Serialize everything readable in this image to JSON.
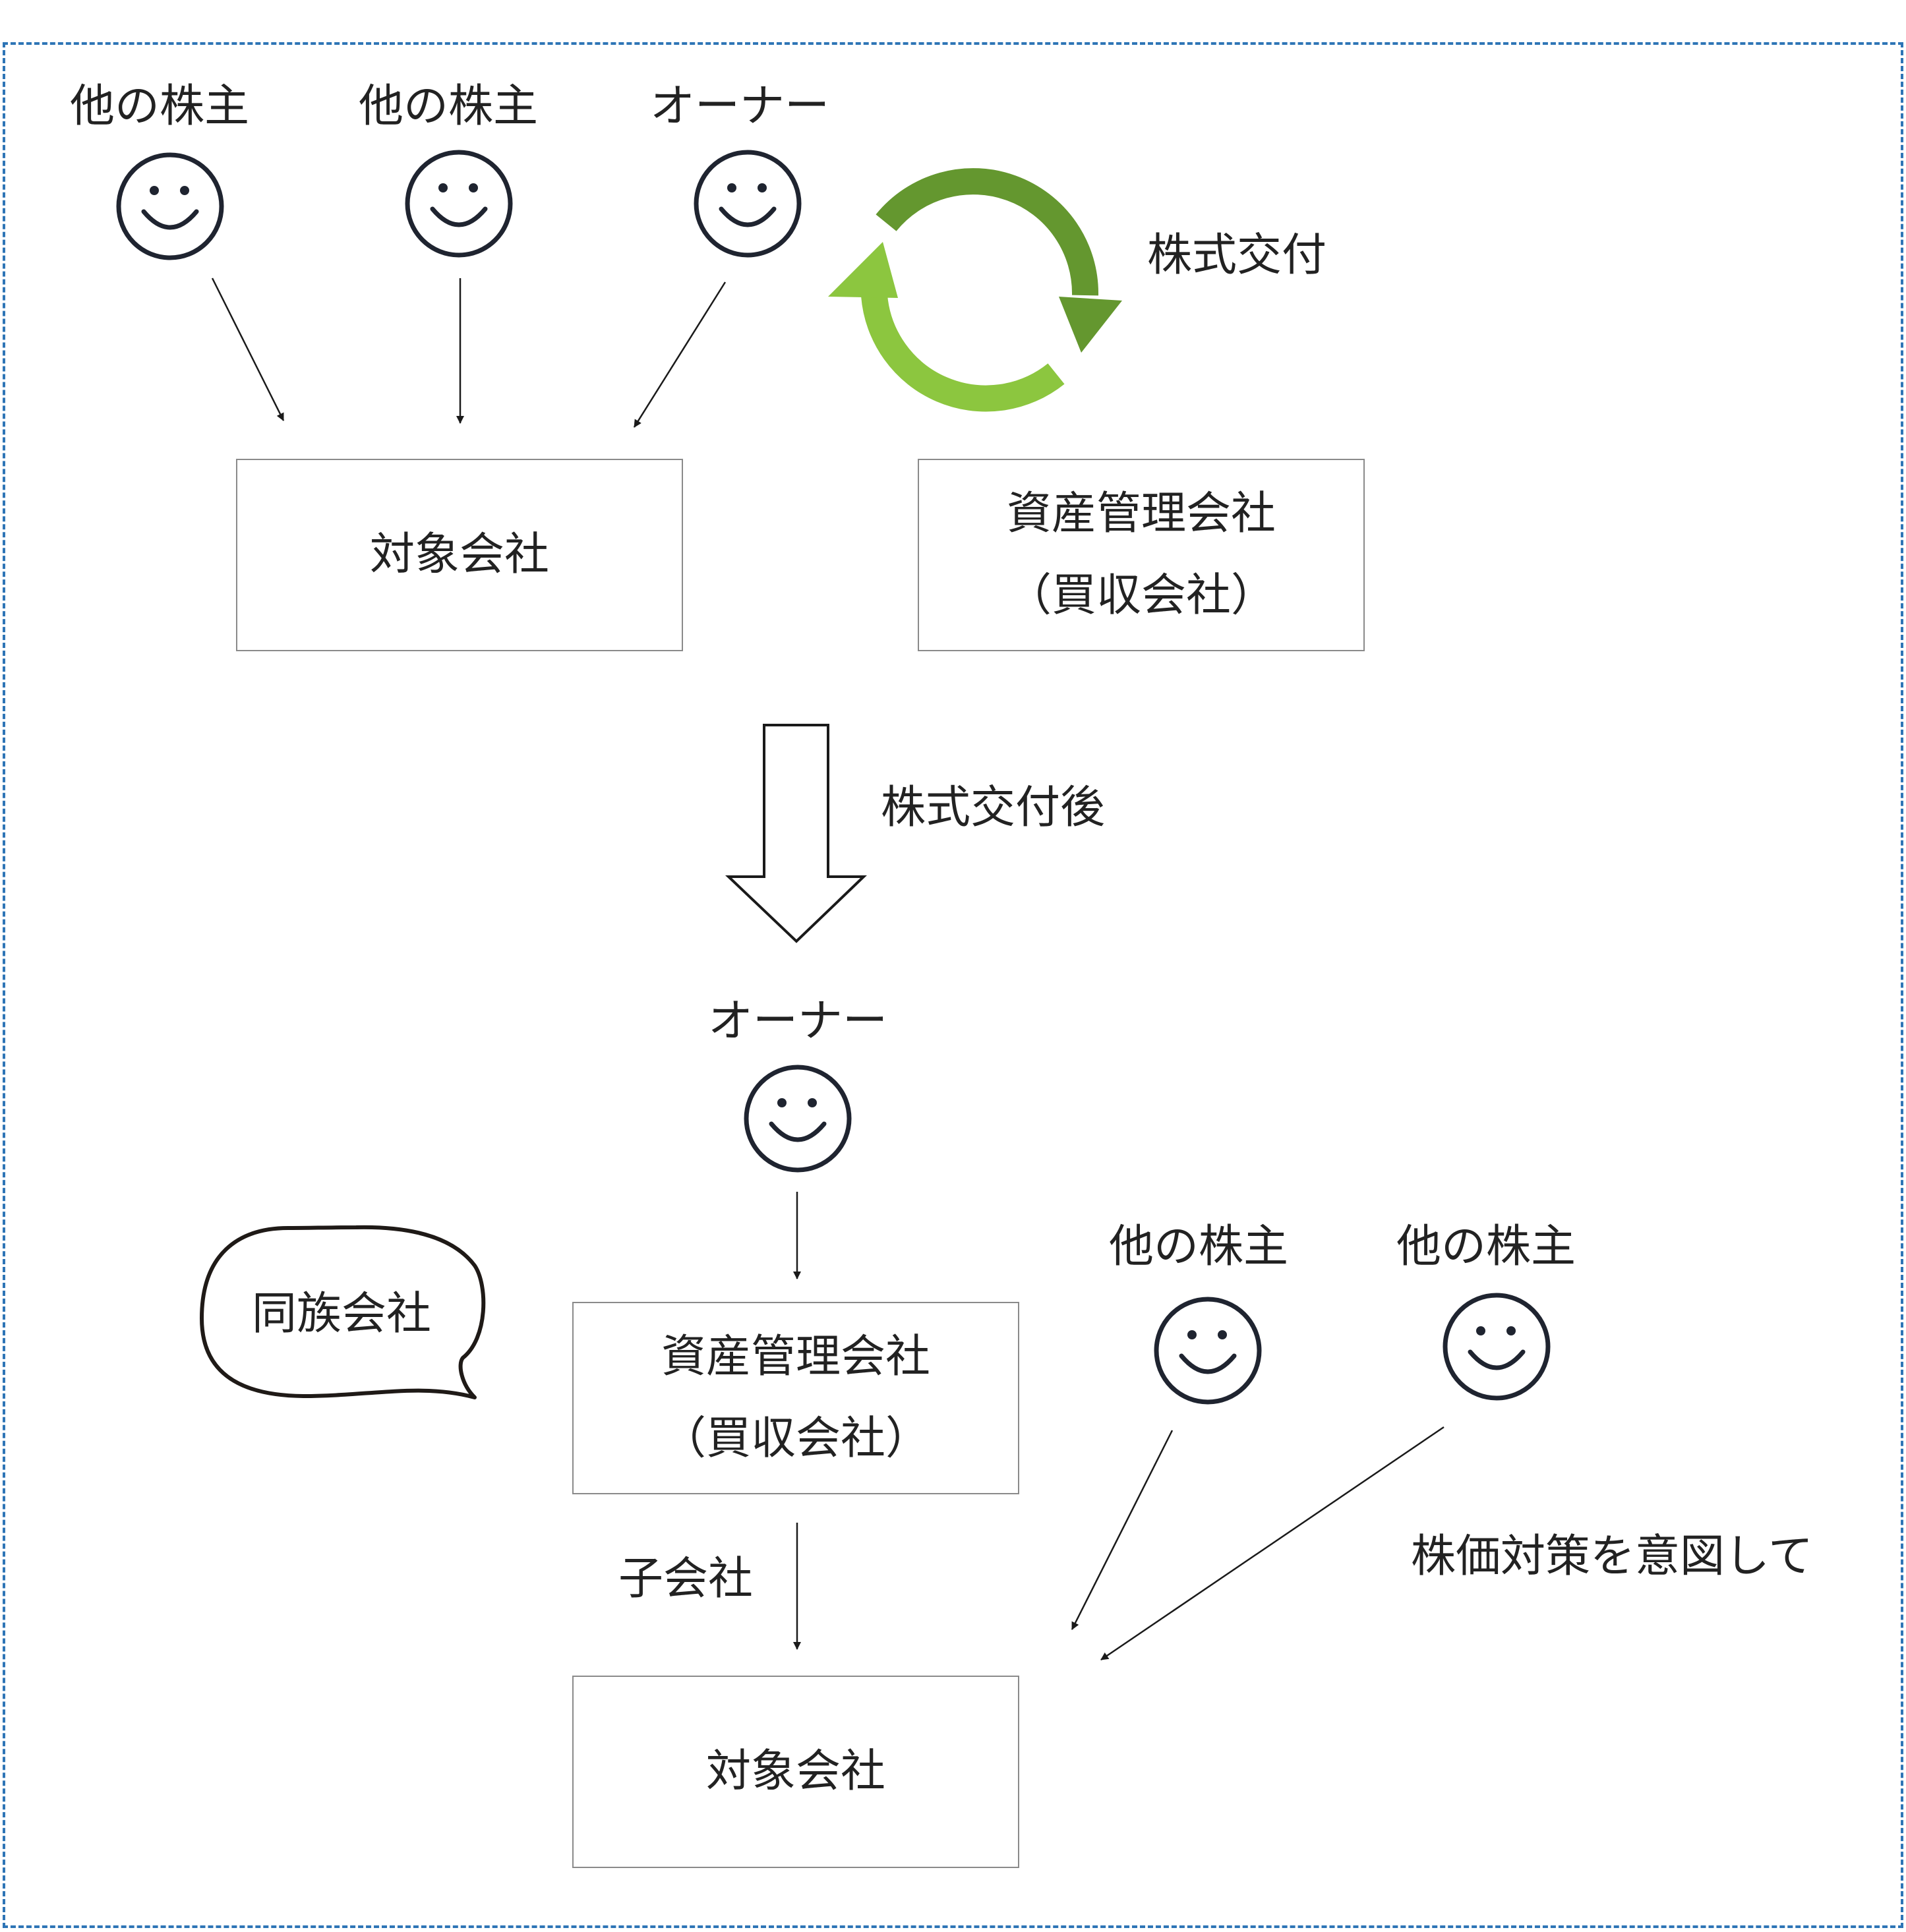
{
  "before": {
    "shareholders": [
      {
        "label": "他の株主"
      },
      {
        "label": "他の株主"
      },
      {
        "label": "オーナー"
      }
    ],
    "target_company": "対象会社",
    "asset_company_line1": "資産管理会社",
    "asset_company_line2": "（買収会社）",
    "cycle_label": "株式交付"
  },
  "transition_label": "株式交付後",
  "after": {
    "owner": "オーナー",
    "speech_bubble": "同族会社",
    "asset_company_line1": "資産管理会社",
    "asset_company_line2": "（買収会社）",
    "subsidiary_label": "子会社",
    "target_company": "対象会社",
    "other_shareholders": [
      {
        "label": "他の株主"
      },
      {
        "label": "他の株主"
      }
    ],
    "note": "株価対策を意図して"
  },
  "colors": {
    "frame_border": "#2e75b6",
    "cycle_dark_green": "#64972f",
    "cycle_light_green": "#8cc63f",
    "line": "#1a1a1a",
    "box_border": "#8a8a8a"
  }
}
